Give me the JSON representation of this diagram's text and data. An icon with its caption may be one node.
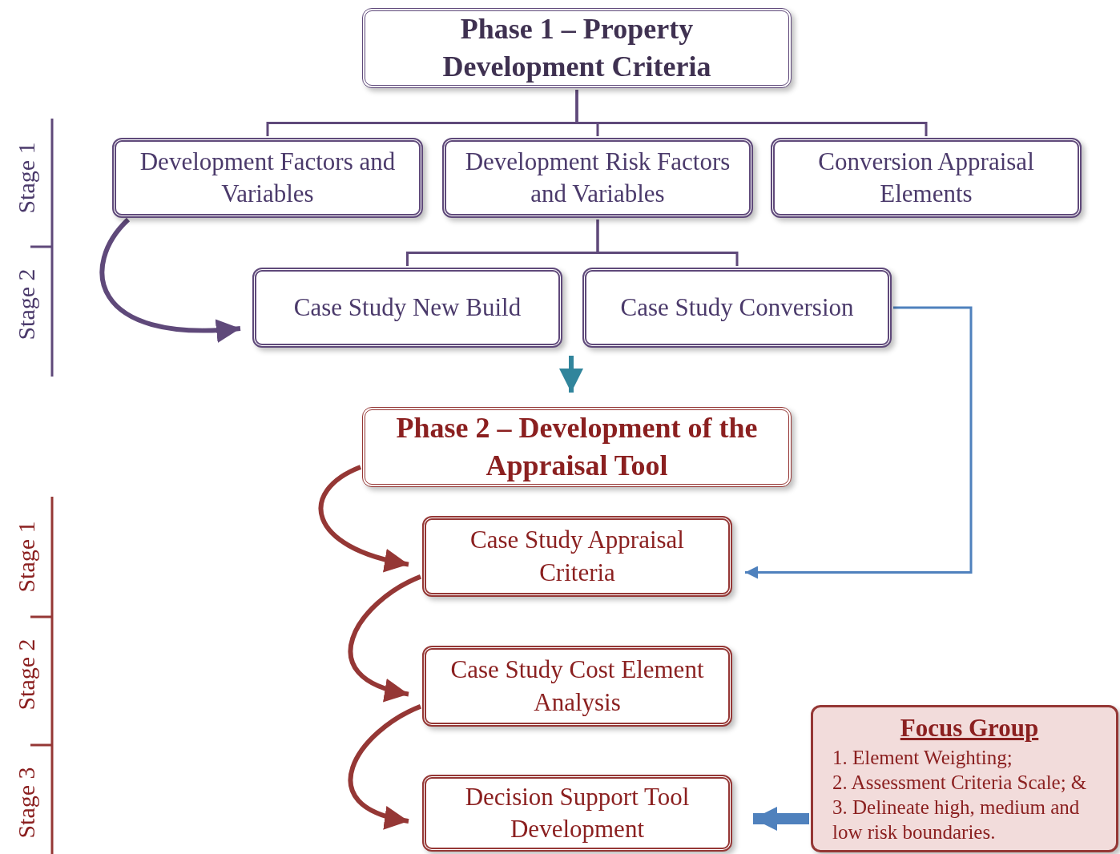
{
  "diagram": {
    "nodes": [
      {
        "text": [
          "Phase 1 – Property Development Criteria"
        ]
      },
      {
        "text": [
          "Development Factors and Variables"
        ]
      },
      {
        "text": [
          "Development Risk Factors and Variables"
        ]
      },
      {
        "text": [
          "Conversion Appraisal Elements"
        ]
      },
      {
        "text": [
          "Case Study New Build"
        ]
      },
      {
        "text": [
          "Case Study Conversion"
        ]
      },
      {
        "text": [
          "Phase 2 – Development of the Appraisal Tool"
        ]
      },
      {
        "text": [
          "Case Study Appraisal Criteria"
        ]
      },
      {
        "text": [
          "Case Study Cost Element Analysis"
        ]
      },
      {
        "text": [
          "Decision Support Tool Development"
        ]
      },
      {
        "text": [
          "Focus Group",
          "1. Element Weighting;",
          "2. Assessment Criteria Scale; &",
          "3. Delineate high, medium and low risk boundaries."
        ]
      }
    ],
    "edges": [
      {
        "from": 0,
        "to": 1,
        "arrow": "none"
      },
      {
        "from": 0,
        "to": 2,
        "arrow": "none"
      },
      {
        "from": 0,
        "to": 3,
        "arrow": "none"
      },
      {
        "from": 2,
        "to": 4,
        "arrow": "none"
      },
      {
        "from": 2,
        "to": 5,
        "arrow": "none"
      },
      {
        "from": 1,
        "to": 4,
        "arrow": "to",
        "style": "thick"
      },
      {
        "from": 4,
        "to": 6,
        "arrow": "to",
        "style": "thick",
        "color": "#31859c"
      },
      {
        "from": 5,
        "to": 7,
        "arrow": "to",
        "color": "#4f81bd"
      },
      {
        "from": 6,
        "to": 7,
        "arrow": "to",
        "style": "thick",
        "color": "#953735"
      },
      {
        "from": 7,
        "to": 8,
        "arrow": "to",
        "style": "thick",
        "color": "#953735"
      },
      {
        "from": 8,
        "to": 9,
        "arrow": "to",
        "style": "thick",
        "color": "#953735"
      },
      {
        "from": 10,
        "to": 9,
        "arrow": "to",
        "style": "thick",
        "color": "#4f81bd"
      }
    ],
    "labels": [
      "Stage 1",
      "Stage 2",
      "Stage 1",
      "Stage 2",
      "Stage 3"
    ]
  }
}
